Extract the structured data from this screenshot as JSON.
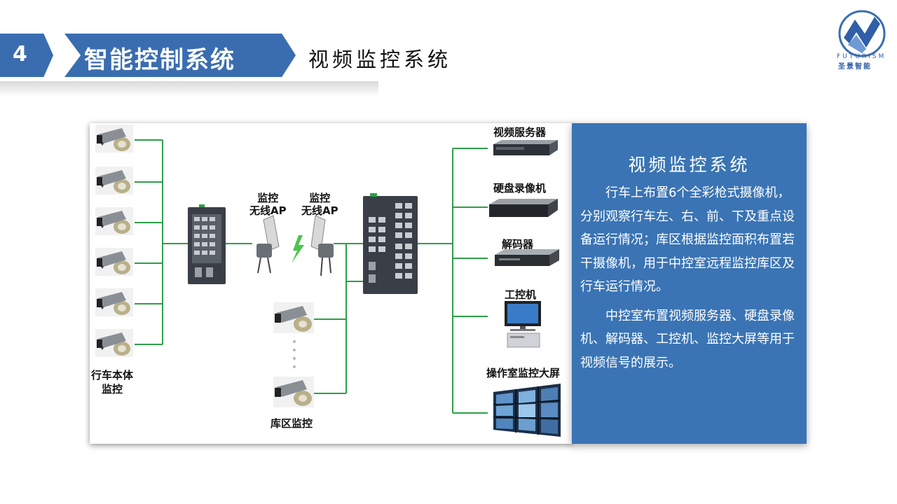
{
  "header": {
    "section_number": "4",
    "section_title": "智能控制系统",
    "subtitle": "视频监控系统"
  },
  "logo": {
    "en": "FUTURISM",
    "cn": "圣景智能"
  },
  "diagram": {
    "label_ap1": "监控\n无线AP",
    "label_ap2": "监控\n无线AP",
    "label_crane": "行车本体\n监控",
    "label_yard": "库区监控",
    "label_video_server": "视频服务器",
    "label_nvr": "硬盘录像机",
    "label_decoder": "解码器",
    "label_ipc": "工控机",
    "label_wall": "操作室监控大屏",
    "colors": {
      "line": "#2e9e4a",
      "device": "#3a3f47"
    }
  },
  "panel": {
    "title": "视频监控系统",
    "para1": "行车上布置6个全彩枪式摄像机，分别观察行车左、右、前、下及重点设备运行情况；库区根据监控面积布置若干摄像机，用于中控室远程监控库区及行车运行情况。",
    "para2": "中控室布置视频服务器、硬盘录像机、解码器、工控机、监控大屏等用于视频信号的展示。",
    "color": "#3a74b4"
  }
}
